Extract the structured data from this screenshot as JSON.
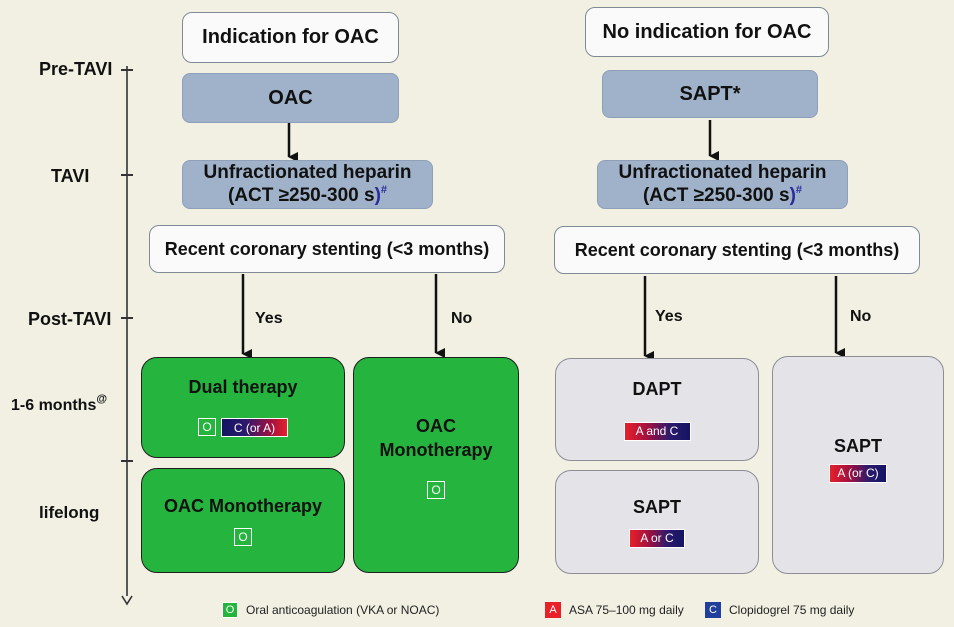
{
  "stages": {
    "pre_tavi": "Pre-TAVI",
    "tavi": "TAVI",
    "post_tavi": "Post-TAVI",
    "months": "1-6 months",
    "months_sup": "@",
    "lifelong": "lifelong"
  },
  "left": {
    "header": "Indication for OAC",
    "pre": "OAC",
    "heparin_line1": "Unfractionated heparin",
    "heparin_line2a": "(ACT ≥250-300 s",
    "heparin_line2b": ")",
    "heparin_sup": "#",
    "stenting": "Recent coronary stenting (<3 months)",
    "yes": "Yes",
    "no": "No",
    "dual_title": "Dual therapy",
    "dual_badge_o": "O",
    "dual_pill": "C (or A)",
    "mono_title": "OAC Monotherapy",
    "mono_badge": "O",
    "mono_tall_line1": "OAC",
    "mono_tall_line2": "Monotherapy",
    "mono_tall_badge": "O"
  },
  "right": {
    "header": "No indication for OAC",
    "pre": "SAPT*",
    "heparin_line1": "Unfractionated heparin",
    "heparin_line2a": "(ACT ≥250-300 s",
    "heparin_line2b": ")",
    "heparin_sup": "#",
    "stenting": "Recent coronary stenting (<3 months)",
    "yes": "Yes",
    "no": "No",
    "dapt_title": "DAPT",
    "dapt_pill": "A and C",
    "sapt_title": "SAPT",
    "sapt_pill": "A or C",
    "sapt_tall_title": "SAPT",
    "sapt_tall_pill": "A (or C)"
  },
  "legend": {
    "o_icon": "O",
    "o_text": "Oral anticoagulation (VKA or NOAC)",
    "a_icon": "A",
    "a_text": "ASA 75–100 mg daily",
    "c_icon": "C",
    "c_text": "Clopidogrel 75 mg daily"
  },
  "colors": {
    "background": "#f1f0e3",
    "blue_box": "#9fb2c9",
    "green_box": "#25b43e",
    "grey_box": "#e4e3e7",
    "aspirin": "#e8202a",
    "clopidogrel": "#141463"
  }
}
